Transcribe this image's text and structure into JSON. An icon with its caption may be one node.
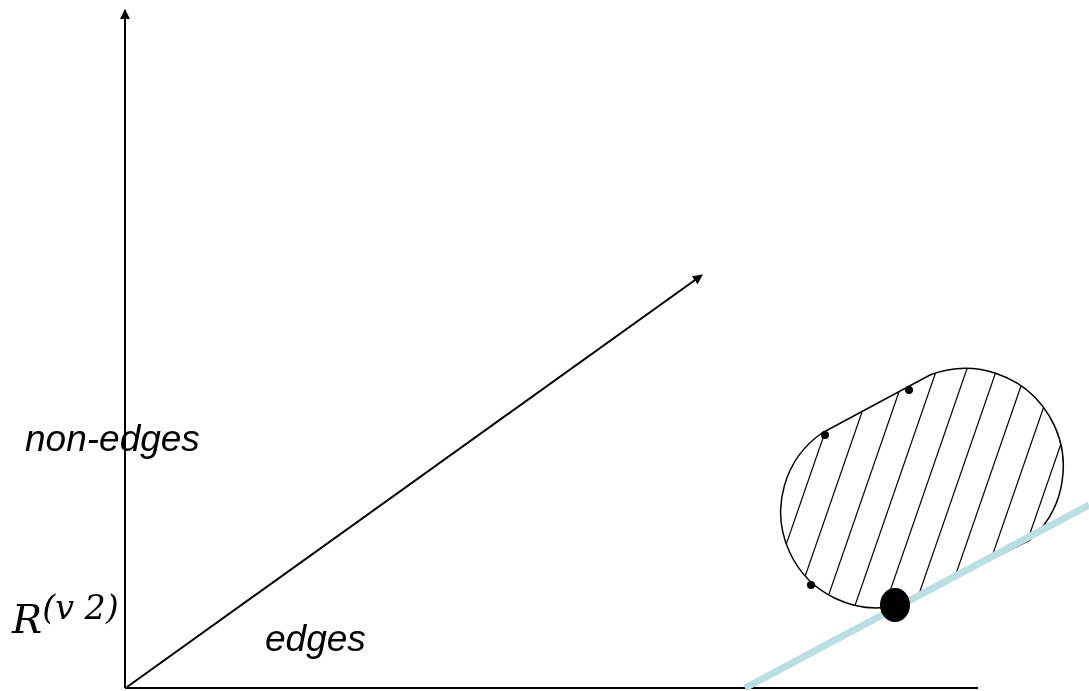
{
  "diagram": {
    "labels": [
      "non-edges",
      "edges",
      "R$^{(v 2)}$"
    ]
  }
}
